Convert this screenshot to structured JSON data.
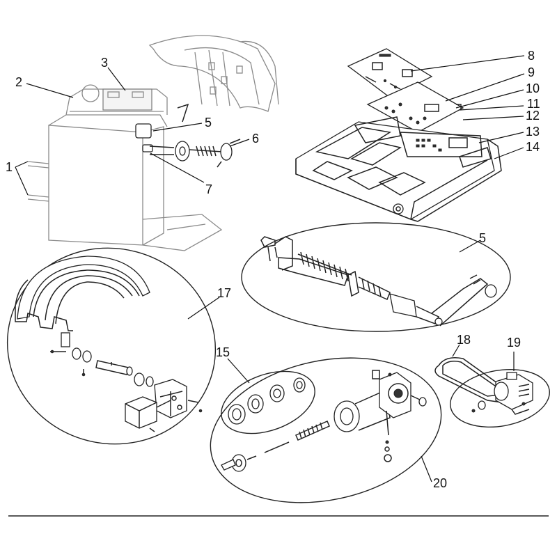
{
  "diagram": {
    "callouts": [
      {
        "id": "1",
        "text": "1"
      },
      {
        "id": "2",
        "text": "2"
      },
      {
        "id": "3",
        "text": "3"
      },
      {
        "id": "5a",
        "text": "5"
      },
      {
        "id": "6",
        "text": "6"
      },
      {
        "id": "7",
        "text": "7"
      },
      {
        "id": "8",
        "text": "8"
      },
      {
        "id": "9",
        "text": "9"
      },
      {
        "id": "10",
        "text": "10"
      },
      {
        "id": "11",
        "text": "11"
      },
      {
        "id": "12",
        "text": "12"
      },
      {
        "id": "13",
        "text": "13"
      },
      {
        "id": "14",
        "text": "14"
      },
      {
        "id": "5b",
        "text": "5"
      },
      {
        "id": "17",
        "text": "17"
      },
      {
        "id": "15",
        "text": "15"
      },
      {
        "id": "18",
        "text": "18"
      },
      {
        "id": "19",
        "text": "19"
      },
      {
        "id": "20",
        "text": "20"
      }
    ]
  },
  "colors": {
    "line": "#222222",
    "ghost": "#8a8a8a",
    "background": "#ffffff"
  }
}
